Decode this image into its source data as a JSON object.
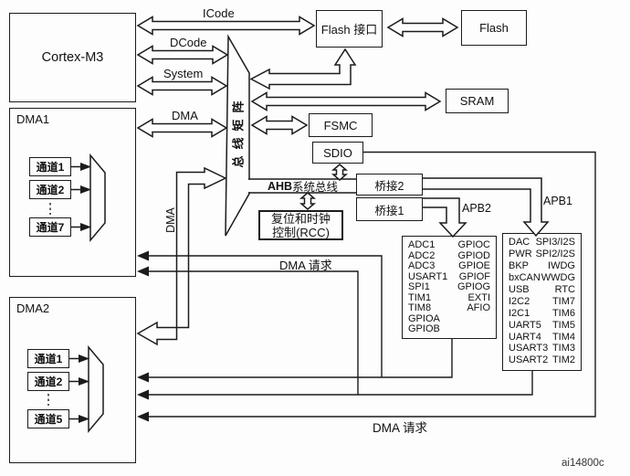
{
  "cpu": {
    "label": "Cortex-M3"
  },
  "dma1": {
    "label": "DMA1",
    "channels": [
      "通道1",
      "通道2",
      "通道7"
    ]
  },
  "dma2": {
    "label": "DMA2",
    "channels": [
      "通道1",
      "通道2",
      "通道5"
    ]
  },
  "buses": {
    "icode": "ICode",
    "dcode": "DCode",
    "system": "System",
    "dma": "DMA",
    "dma_vertical": "DMA",
    "bus_matrix": "总线矩阵",
    "ahb_bold": "AHB",
    "ahb_rest": "系统总线",
    "apb2": "APB2",
    "apb1": "APB1"
  },
  "memories": {
    "flash_if": "Flash 接口",
    "flash": "Flash",
    "sram": "SRAM",
    "fsmc": "FSMC",
    "sdio": "SDIO"
  },
  "bridges": {
    "bridge2": "桥接2",
    "bridge1": "桥接1"
  },
  "rcc": {
    "line1": "复位和时钟",
    "line2": "控制(RCC)"
  },
  "apb2_box": {
    "rows": [
      {
        "l": "ADC1",
        "r": "GPIOC"
      },
      {
        "l": "ADC2",
        "r": "GPIOD"
      },
      {
        "l": "ADC3",
        "r": "GPIOE"
      },
      {
        "l": "USART1",
        "r": "GPIOF"
      },
      {
        "l": "SPI1",
        "r": "GPIOG"
      },
      {
        "l": "TIM1",
        "r": "EXTI"
      },
      {
        "l": "TIM8",
        "r": "AFIO"
      },
      {
        "l": "GPIOA",
        "r": ""
      },
      {
        "l": "GPIOB",
        "r": ""
      }
    ]
  },
  "apb1_box": {
    "rows": [
      {
        "l": "DAC",
        "r": "SPI3/I2S"
      },
      {
        "l": "PWR",
        "r": "SPI2/I2S"
      },
      {
        "l": "BKP",
        "r": "IWDG"
      },
      {
        "l": "bxCAN",
        "r": "WWDG"
      },
      {
        "l": "USB",
        "r": "RTC"
      },
      {
        "l": "I2C2",
        "r": "TIM7"
      },
      {
        "l": "I2C1",
        "r": "TIM6"
      },
      {
        "l": "UART5",
        "r": "TIM5"
      },
      {
        "l": "UART4",
        "r": "TIM4"
      },
      {
        "l": "USART3",
        "r": "TIM3"
      },
      {
        "l": "USART2",
        "r": "TIM2"
      }
    ]
  },
  "annotations": {
    "dma_request_mid": "DMA 请求",
    "dma_request_bottom": "DMA 请求",
    "figure_id": "ai14800c"
  },
  "colors": {
    "line": "#1b1b1b",
    "background": "#fdfdfd"
  }
}
